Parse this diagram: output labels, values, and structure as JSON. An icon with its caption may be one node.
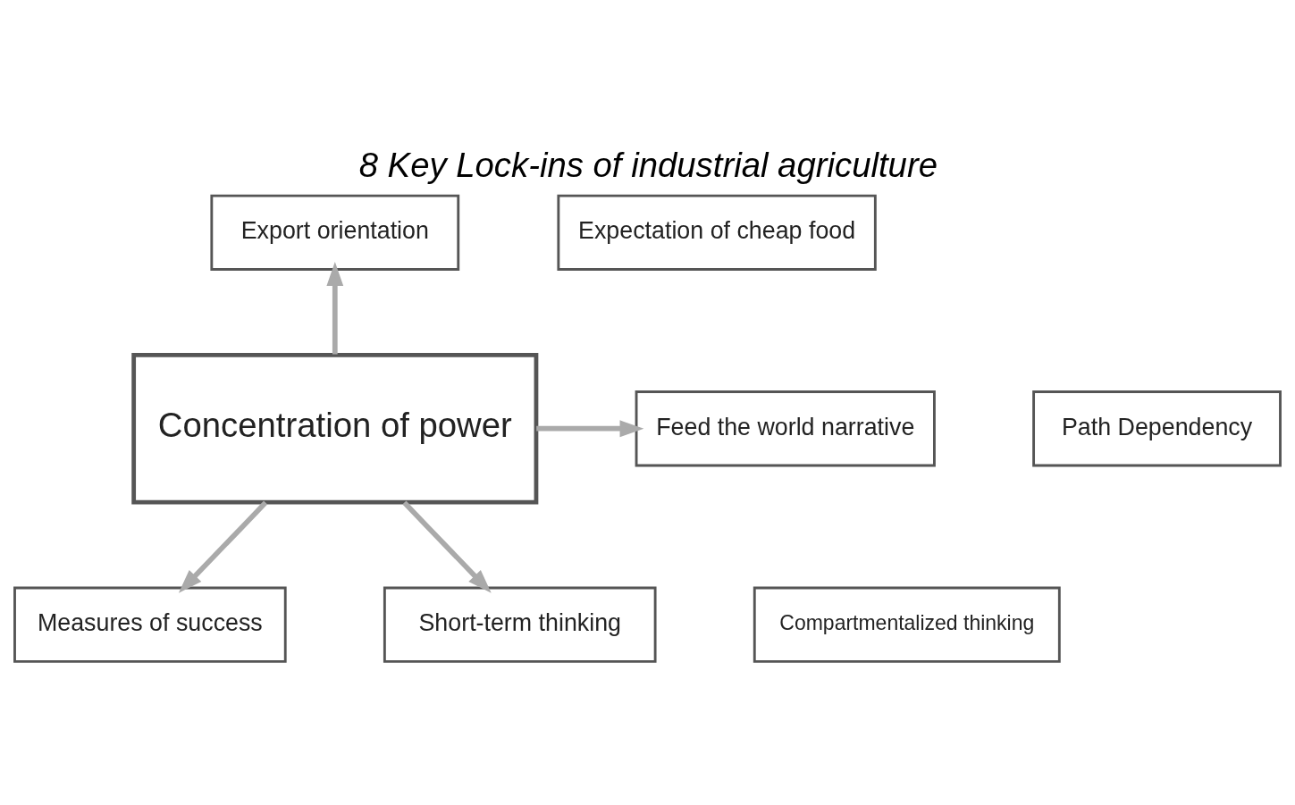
{
  "diagram": {
    "title": "8 Key Lock-ins of industrial agriculture",
    "nodes": [
      {
        "text": [
          "Export orientation"
        ]
      },
      {
        "text": [
          "Expectation of cheap food"
        ]
      },
      {
        "text": [
          "Path Dependency"
        ]
      },
      {
        "text": [
          "Feed the world narrative"
        ]
      },
      {
        "text": [
          "Concentration of power"
        ]
      },
      {
        "text": [
          "Measures of success"
        ]
      },
      {
        "text": [
          "Compartmentalized thinking"
        ]
      },
      {
        "text": [
          "Short-term thinking"
        ]
      }
    ],
    "edges": [
      {
        "from": 4,
        "to": 0,
        "arrow": "to"
      },
      {
        "from": 4,
        "to": 3,
        "arrow": "to"
      },
      {
        "from": 4,
        "to": 5,
        "arrow": "to"
      },
      {
        "from": 4,
        "to": 7,
        "arrow": "to"
      }
    ]
  }
}
